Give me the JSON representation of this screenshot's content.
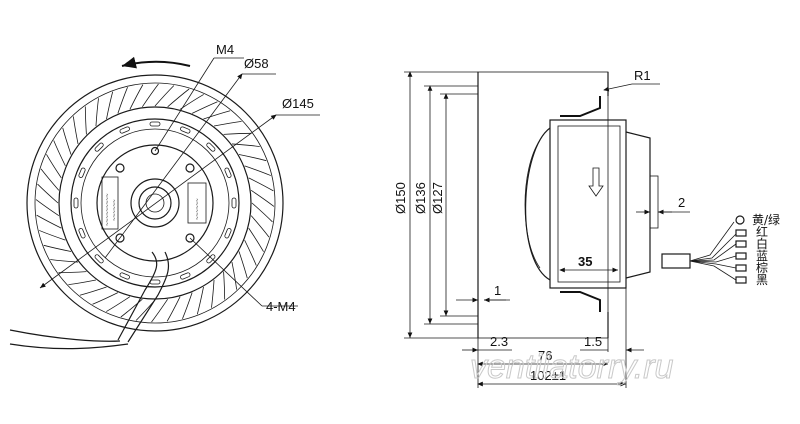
{
  "front_view": {
    "labels": {
      "thread_m4": "M4",
      "dia_58": "Ø58",
      "dia_145": "Ø145",
      "holes": "4-M4"
    },
    "plate_text": [
      "~~~~~~~~~",
      "~~~~~~"
    ]
  },
  "side_view": {
    "labels": {
      "radius": "R1",
      "dia_150": "Ø150",
      "dia_136": "Ø136",
      "dia_127": "Ø127",
      "gap_2": "2",
      "gap_1": "1",
      "dim_35": "35",
      "dim_2_3": "2.3",
      "dim_1_5": "1.5",
      "dim_76": "76",
      "dim_102": "102±1"
    },
    "wires": [
      "黄/绿",
      "红",
      "白",
      "蓝",
      "棕",
      "黑"
    ]
  },
  "watermark": "ventilatorry.ru"
}
